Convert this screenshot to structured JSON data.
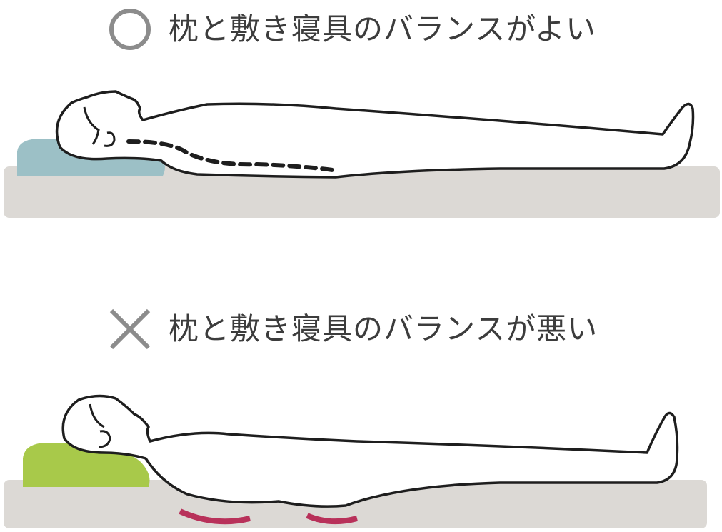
{
  "good": {
    "label": "枕と敷き寝具のバランスがよい",
    "mark_icon": "circle-icon",
    "pillow_color": "#9cc0c6",
    "spine_line": "dashed"
  },
  "bad": {
    "label": "枕と敷き寝具のバランスが悪い",
    "mark_icon": "cross-icon",
    "pillow_color": "#a8c94a",
    "pressure_color": "#b8315a"
  },
  "colors": {
    "mattress": "#dcd9d5",
    "outline": "#1e1e1e",
    "mark": "#8c8c8c"
  }
}
